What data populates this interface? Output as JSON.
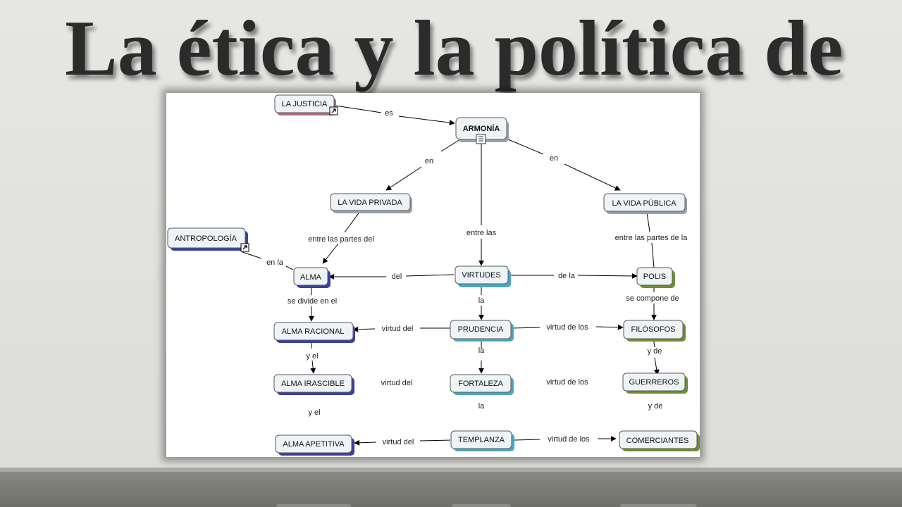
{
  "slide": {
    "title": "La ética y la política de"
  },
  "concept_map": {
    "nodes": {
      "justicia": "LA JUSTICIA",
      "armonia": "ARMONÍA",
      "vida_privada": "LA VIDA PRIVADA",
      "vida_publica": "LA VIDA PÚBLICA",
      "antropologia": "ANTROPOLOGÍA",
      "alma": "ALMA",
      "virtudes": "VIRTUDES",
      "polis": "POLIS",
      "alma_racional": "ALMA RACIONAL",
      "prudencia": "PRUDENCIA",
      "filosofos": "FILÓSOFOS",
      "alma_irascible": "ALMA IRASCIBLE",
      "fortaleza": "FORTALEZA",
      "guerreros": "GUERREROS",
      "alma_apetitiva": "ALMA APETITIVA",
      "templanza": "TEMPLANZA",
      "comerciantes": "COMERCIANTES"
    },
    "links": {
      "es": "es",
      "en_left": "en",
      "en_right": "en",
      "entre_partes_del": "entre las partes del",
      "entre_las": "entre las",
      "entre_partes_de_la": "entre las partes de la",
      "en_la": "en la",
      "del": "del",
      "de_la": "de la",
      "se_divide": "se divide en el",
      "la_1": "la",
      "se_compone": "se compone de",
      "virtud_del_1": "virtud del",
      "virtud_de_los_1": "virtud de los",
      "y_el_1": "y el",
      "la_2": "la",
      "y_de_1": "y de",
      "virtud_del_2": "virtud del",
      "virtud_de_los_2": "virtud de los",
      "y_el_2": "y el",
      "la_3": "la",
      "y_de_2": "y de",
      "virtud_del_3": "virtud del",
      "virtud_de_los_3": "virtud de los"
    },
    "colors": {
      "armonia_text": "#8b2b2b",
      "blue_shadow": "#3b3f9e",
      "teal_shadow": "#4aa7c2",
      "green_shadow": "#6d8f2e",
      "pink_shadow": "#b06a7a",
      "node_fill": "#eef3f6",
      "node_border": "#5a5a5a"
    }
  }
}
